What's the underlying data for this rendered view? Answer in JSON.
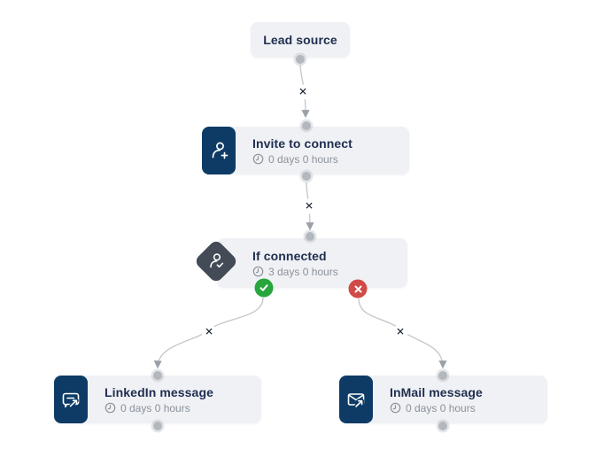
{
  "flow": {
    "nodes": [
      {
        "id": "lead-source",
        "type": "source",
        "title": "Lead source"
      },
      {
        "id": "invite-to-connect",
        "type": "action",
        "title": "Invite to connect",
        "delay": "0 days 0 hours",
        "icon": "person-add-icon"
      },
      {
        "id": "if-connected",
        "type": "condition",
        "title": "If connected",
        "delay": "3 days 0 hours",
        "icon": "person-check-icon"
      },
      {
        "id": "linkedin-message",
        "type": "action",
        "title": "LinkedIn message",
        "delay": "0 days 0 hours",
        "icon": "chat-message-arrow-icon"
      },
      {
        "id": "inmail-message",
        "type": "action",
        "title": "InMail message",
        "delay": "0 days 0 hours",
        "icon": "envelope-arrow-icon"
      }
    ],
    "edges": [
      {
        "from": "lead-source",
        "to": "invite-to-connect",
        "delete_label": "✕"
      },
      {
        "from": "invite-to-connect",
        "to": "if-connected",
        "delete_label": "✕"
      },
      {
        "from": "if-connected-yes",
        "to": "linkedin-message",
        "delete_label": "✕"
      },
      {
        "from": "if-connected-no",
        "to": "inmail-message",
        "delete_label": "✕"
      }
    ],
    "outcome_badges": [
      {
        "type": "success",
        "icon": "check-icon",
        "color": "#28a63e"
      },
      {
        "type": "failure",
        "icon": "cross-icon",
        "color": "#d04a47"
      }
    ],
    "colors": {
      "canvas_background": "#ffffff",
      "node_background": "#eff1f4",
      "icon_tile": "#0d3b66",
      "condition_tile": "#424b56",
      "title_text": "#1f2e50",
      "delay_text": "#8b929c",
      "connector_line": "#c6c9cd",
      "connector_dot": "#b3b8bf",
      "edge_delete_glyph": "#16202e"
    }
  }
}
